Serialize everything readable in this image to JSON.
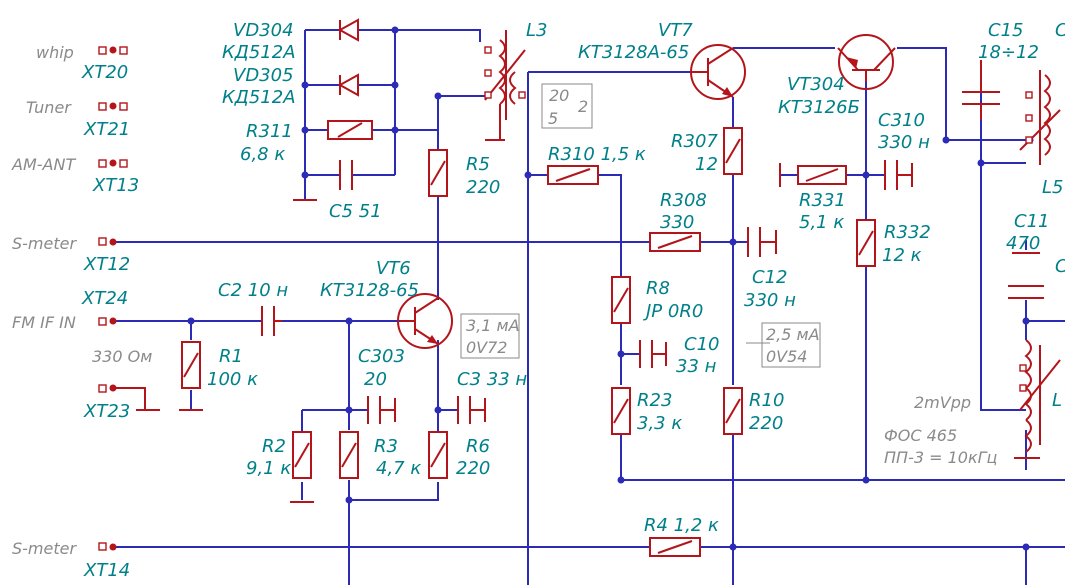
{
  "components": {
    "whip": "whip",
    "XT20": "XT20",
    "Tuner": "Tuner",
    "XT21": "XT21",
    "AM-ANT": "AM-ANT",
    "XT13": "XT13",
    "S-meter-1": "S-meter",
    "XT12": "XT12",
    "XT24": "XT24",
    "FM-IF-IN": "FM IF IN",
    "330Om": "330 Ом",
    "XT23": "XT23",
    "S-meter-2": "S-meter",
    "XT14": "XT14",
    "VD304": "VD304",
    "KD512A-1": "КД512А",
    "VD305": "VD305",
    "KD512A-2": "КД512А",
    "R311": "R311",
    "R311v": "6,8 к",
    "C5": "C5 51",
    "L3": "L3",
    "box20": "20",
    "box2": "2",
    "box5": "5",
    "R5": "R5",
    "R5v": "220",
    "VT7": "VT7",
    "KT3128A65": "КТ3128А-65",
    "VT304": "VT304",
    "KT3126B": "КТ3126Б",
    "R307": "R307",
    "R307v": "12",
    "R310": "R310 1,5 к",
    "C310": "C310",
    "C310v": "330 н",
    "R331": "R331",
    "R331v": "5,1 к",
    "R308": "R308",
    "R308v": "330",
    "R332": "R332",
    "R332v": "12 к",
    "C12": "C12",
    "C12v": "330 н",
    "C2": "C2  10 н",
    "VT6": "VT6",
    "KT312865": "КТ3128-65",
    "m31": "3,1 мА",
    "v072": "0V72",
    "R1": "R1",
    "R1v": "100 к",
    "C303": "C303",
    "C303v": "20",
    "C3": "C3  33 н",
    "R8": "R8",
    "R8v": "JP 0R0",
    "C10": "C10",
    "C10v": "33 н",
    "m25": "2,5 мА",
    "v054": "0V54",
    "R23": "R23",
    "R23v": "3,3 к",
    "R10": "R10",
    "R10v": "220",
    "R2": "R2",
    "R2v": "9,1 к",
    "R3": "R3",
    "R3v": "4,7 к",
    "R6": "R6",
    "R6v": "220",
    "R4": "R4  1,2 к",
    "C15": "C15",
    "C15v": "18÷12",
    "C11": "C11",
    "C11v": "470",
    "L5": "L5",
    "2mVpp": "2mVpp",
    "FOS": "ФОС 465",
    "PP3": "ПП-3 = 10кГц",
    "C-cut1": "C",
    "C-cut2": "C",
    "L-cut": "L"
  },
  "colors": {
    "wire": "#2b2bb5",
    "component": "#b3151b",
    "label": "#00808a",
    "annotation": "#8a8a8a"
  }
}
